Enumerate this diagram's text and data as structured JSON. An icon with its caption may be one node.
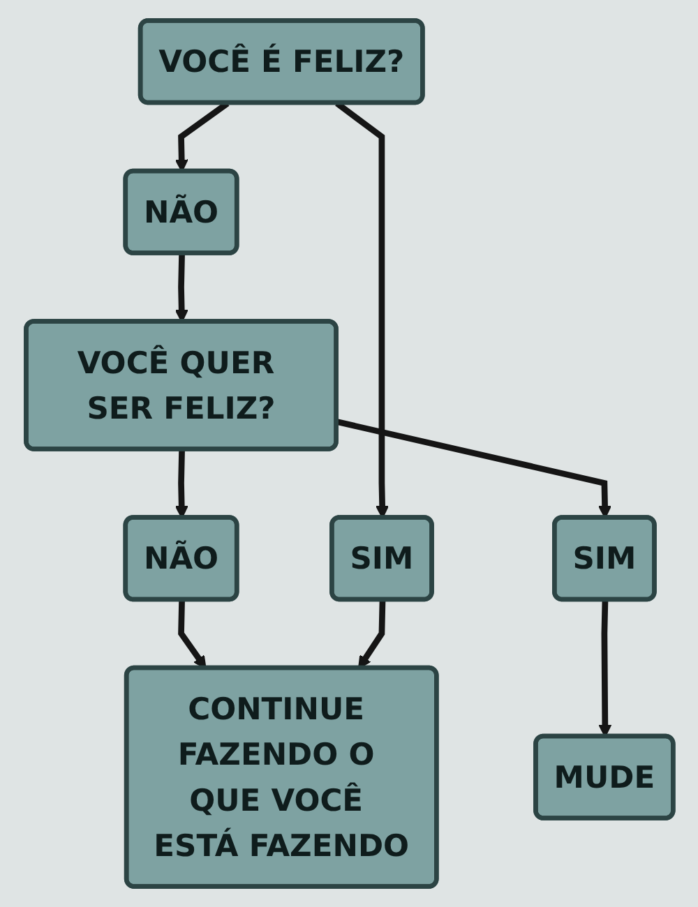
{
  "diagram": {
    "nodes": [
      {
        "text": [
          "VOCÊ É FELIZ?"
        ]
      },
      {
        "text": [
          "SIM"
        ]
      },
      {
        "text": [
          "NÃO"
        ]
      },
      {
        "text": [
          "MUDE"
        ]
      },
      {
        "text": [
          "SIM"
        ]
      },
      {
        "text": [
          "VOCÊ QUER SER FELIZ?"
        ]
      },
      {
        "text": [
          "CONTINUE FAZENDO O QUE VOCÊ ESTÁ FAZENDO"
        ]
      },
      {
        "text": [
          "NÃO"
        ]
      }
    ],
    "edges": [
      {
        "from": 0,
        "to": 1,
        "arrow": "to"
      },
      {
        "from": 0,
        "to": 2,
        "arrow": "to"
      },
      {
        "from": 2,
        "to": 5,
        "arrow": "to"
      },
      {
        "from": 5,
        "to": 4,
        "arrow": "to"
      },
      {
        "from": 4,
        "to": 3,
        "arrow": "to"
      },
      {
        "from": 5,
        "to": 7,
        "arrow": "to"
      },
      {
        "from": 7,
        "to": 6,
        "arrow": "to"
      },
      {
        "from": 1,
        "to": 6,
        "arrow": "to"
      }
    ]
  }
}
